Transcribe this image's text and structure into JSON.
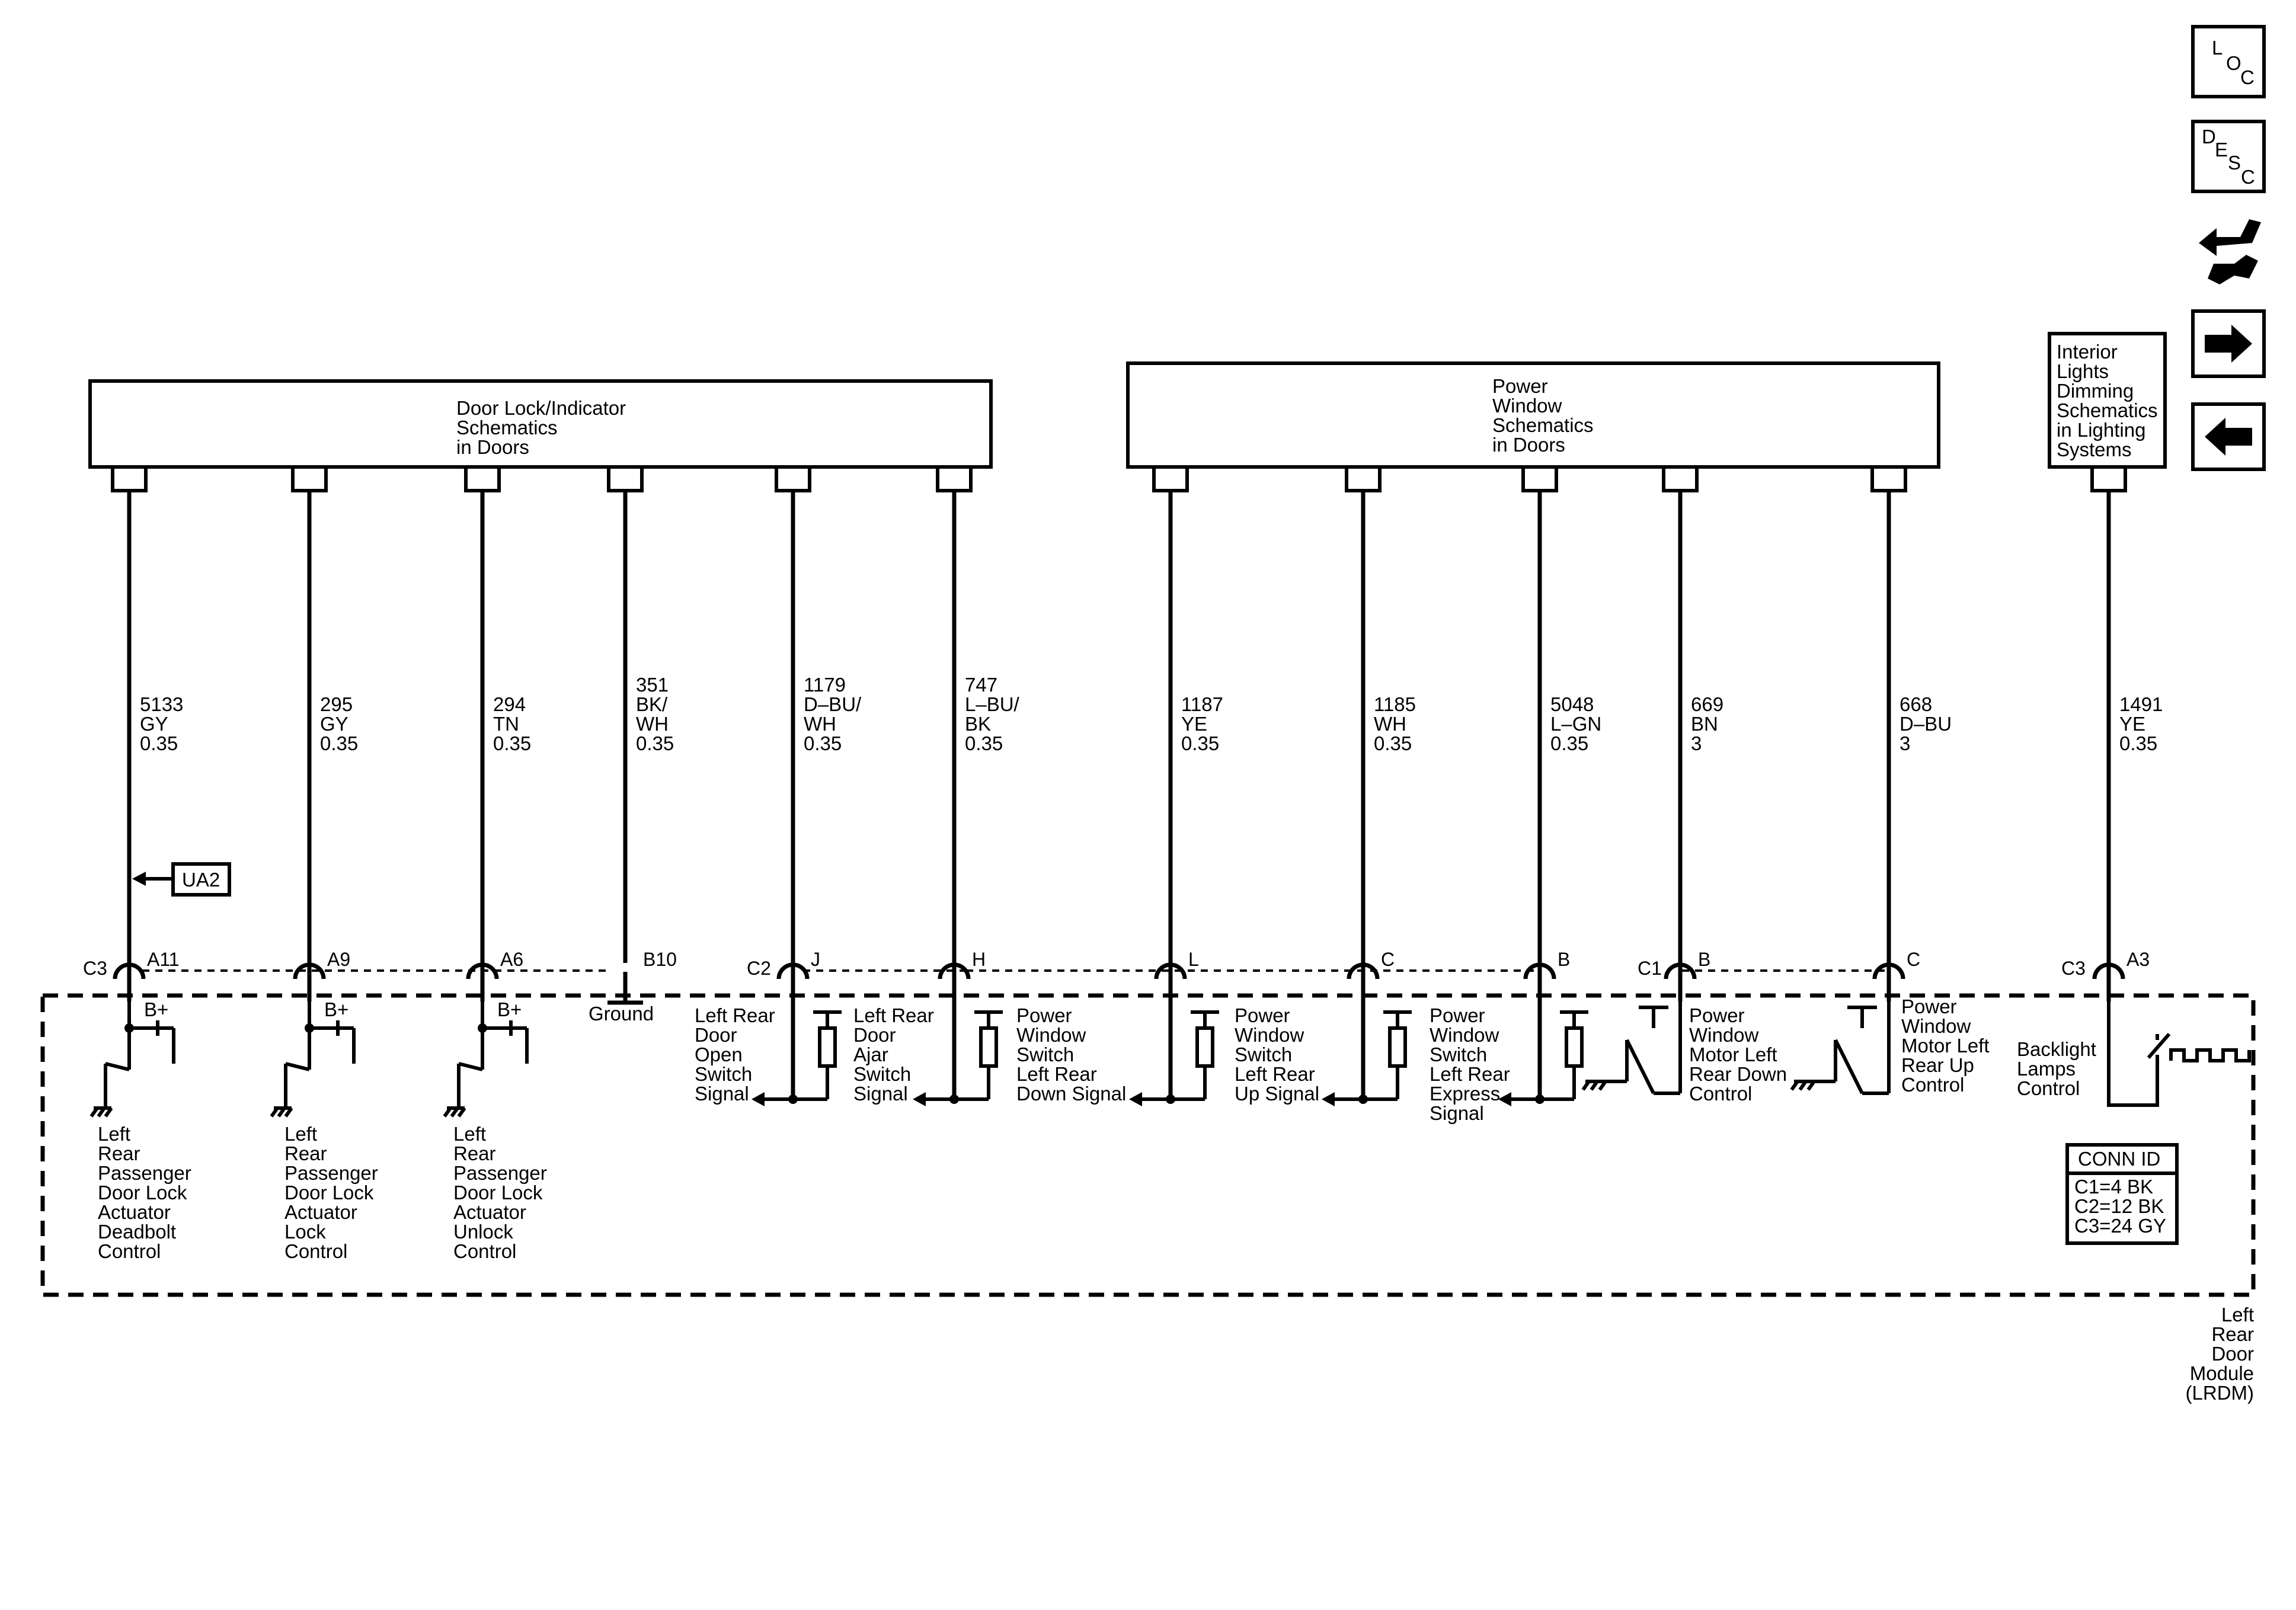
{
  "nav_icons": {
    "loc": [
      "L",
      "O",
      "C"
    ],
    "desc": [
      "D",
      "E",
      "S",
      "C"
    ],
    "names": [
      "loc-icon",
      "desc-icon",
      "connector-tool-icon",
      "arrow-right-icon",
      "arrow-left-icon"
    ]
  },
  "header_boxes": {
    "door_lock": [
      "Door Lock/Indicator",
      "Schematics",
      "in Doors"
    ],
    "power_window": [
      "Power",
      "Window",
      "Schematics",
      "in Doors"
    ],
    "interior_lights": [
      "Interior",
      "Lights",
      "Dimming",
      "Schematics",
      "in Lighting",
      "Systems"
    ]
  },
  "wires": [
    {
      "circuit": "5133",
      "color": "GY",
      "size": "0.35"
    },
    {
      "circuit": "295",
      "color": "GY",
      "size": "0.35"
    },
    {
      "circuit": "294",
      "color": "TN",
      "size": "0.35"
    },
    {
      "circuit": "351",
      "color": "BK/\nWH",
      "size": "0.35"
    },
    {
      "circuit": "1179",
      "color": "D–BU/\nWH",
      "size": "0.35"
    },
    {
      "circuit": "747",
      "color": "L–BU/\nBK",
      "size": "0.35"
    },
    {
      "circuit": "1187",
      "color": "YE",
      "size": "0.35"
    },
    {
      "circuit": "1185",
      "color": "WH",
      "size": "0.35"
    },
    {
      "circuit": "5048",
      "color": "L–GN",
      "size": "0.35"
    },
    {
      "circuit": "669",
      "color": "BN",
      "size": "3"
    },
    {
      "circuit": "668",
      "color": "D–BU",
      "size": "3"
    },
    {
      "circuit": "1491",
      "color": "YE",
      "size": "0.35"
    }
  ],
  "ua2_label": "UA2",
  "connectors": [
    "C3",
    "C2",
    "C1",
    "C3"
  ],
  "pins": [
    "A11",
    "A9",
    "A6",
    "B10",
    "J",
    "H",
    "L",
    "C",
    "B",
    "B",
    "C",
    "A3"
  ],
  "b_plus": "B+",
  "ground_label": "Ground",
  "functions": {
    "f1": [
      "Left",
      "Rear",
      "Passenger",
      "Door Lock",
      "Actuator",
      "Deadbolt",
      "Control"
    ],
    "f2": [
      "Left",
      "Rear",
      "Passenger",
      "Door Lock",
      "Actuator",
      "Lock",
      "Control"
    ],
    "f3": [
      "Left",
      "Rear",
      "Passenger",
      "Door Lock",
      "Actuator",
      "Unlock",
      "Control"
    ],
    "f5": [
      "Left Rear",
      "Door",
      "Open",
      "Switch",
      "Signal"
    ],
    "f6": [
      "Left Rear",
      "Door",
      "Ajar",
      "Switch",
      "Signal"
    ],
    "f7": [
      "Power",
      "Window",
      "Switch",
      "Left Rear",
      "Down Signal"
    ],
    "f8": [
      "Power",
      "Window",
      "Switch",
      "Left Rear",
      "Up Signal"
    ],
    "f9": [
      "Power",
      "Window",
      "Switch",
      "Left Rear",
      "Express",
      "Signal"
    ],
    "f10": [
      "Power",
      "Window",
      "Motor Left",
      "Rear Down",
      "Control"
    ],
    "f11": [
      "Power",
      "Window",
      "Motor Left",
      "Rear Up",
      "Control"
    ],
    "f12": [
      "Backlight",
      "Lamps",
      "Control"
    ]
  },
  "conn_id": {
    "title": "CONN ID",
    "rows": [
      "C1=4 BK",
      "C2=12 BK",
      "C3=24 GY"
    ]
  },
  "module_label": [
    "Left",
    "Rear",
    "Door",
    "Module",
    "(LRDM)"
  ]
}
